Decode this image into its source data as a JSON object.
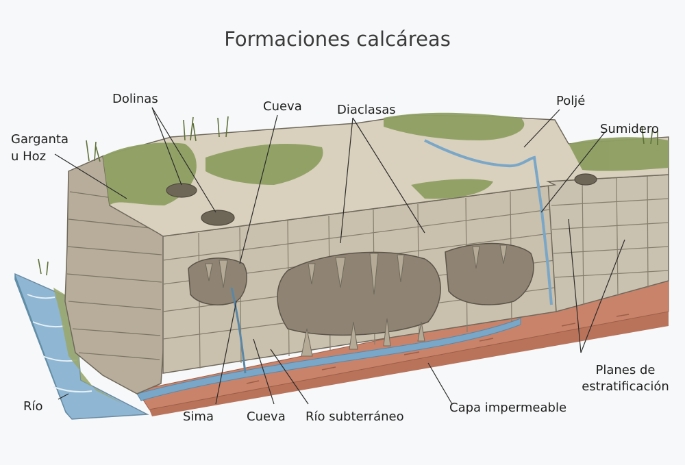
{
  "title": "Formaciones calcáreas",
  "labels": {
    "dolinas": "Dolinas",
    "cueva_top": "Cueva",
    "diaclasas": "Diaclasas",
    "polje": "Poljé",
    "garganta_1": "Garganta",
    "garganta_2": "u Hoz",
    "sumidero": "Sumidero",
    "rio": "Río",
    "sima": "Sima",
    "cueva_bottom": "Cueva",
    "rio_subterraneo": "Río subterráneo",
    "capa_impermeable": "Capa impermeable",
    "planes_1": "Planes de",
    "planes_2": "estratificación"
  },
  "colors": {
    "limestone": "#c9c0ad",
    "grass": "#8e9f62",
    "water": "#7aa7c7",
    "impermeable": "#c9836a"
  }
}
